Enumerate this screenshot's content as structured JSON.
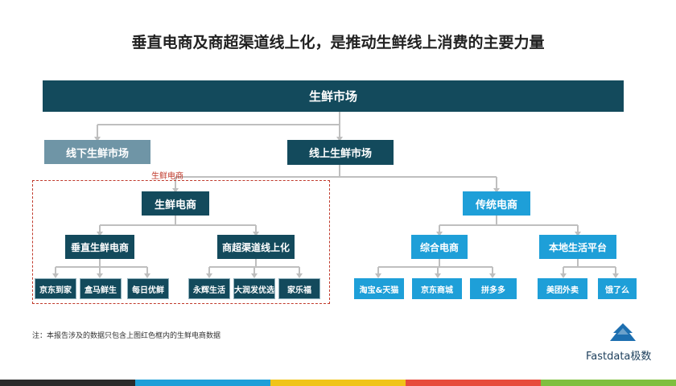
{
  "title": "垂直电商及商超渠道线上化，是推动生鲜线上消费的主要力量",
  "root": "生鲜市场",
  "offline": "线下生鲜市场",
  "online": "线上生鲜市场",
  "red_label": "生鲜电商",
  "fresh_ecom": {
    "label": "生鲜电商",
    "vertical": {
      "label": "垂直生鲜电商",
      "items": [
        "京东到家",
        "盒马鲜生",
        "每日优鲜"
      ]
    },
    "supermarket": {
      "label": "商超渠道线上化",
      "items": [
        "永辉生活",
        "大润发优选",
        "家乐福"
      ]
    }
  },
  "traditional": {
    "label": "传统电商",
    "general": {
      "label": "综合电商",
      "items": [
        "淘宝&天猫",
        "京东商城",
        "拼多多"
      ]
    },
    "local": {
      "label": "本地生活平台",
      "items": [
        "美团外卖",
        "饿了么"
      ]
    }
  },
  "note": "注：本报告涉及的数据只包含上图红色框内的生鲜电商数据",
  "logo": "Fastdata极数",
  "colors": {
    "dark": "#134a5c",
    "gray": "#6f95a6",
    "blue": "#1e9fd8",
    "dashed_red": "#c0392b",
    "bottom_bar": [
      "#2b2b2b",
      "#1e9fd8",
      "#f0c419",
      "#e74c3c",
      "#7fbf3f"
    ]
  }
}
